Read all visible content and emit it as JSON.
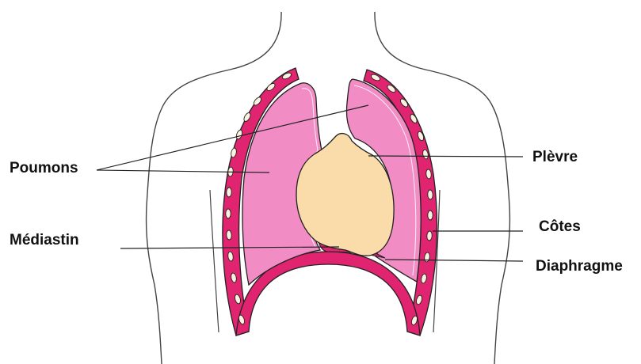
{
  "labels": {
    "poumons": "Poumons",
    "mediastin": "Médiastin",
    "plevre": "Plèvre",
    "cotes": "Côtes",
    "diaphragme": "Diaphragme"
  },
  "colors": {
    "lung": "#f28cc4",
    "pleura": "#e0246f",
    "heart": "#f9dcaa",
    "rib": "#fbf1df",
    "outline": "#222222",
    "body_line": "#444444"
  }
}
